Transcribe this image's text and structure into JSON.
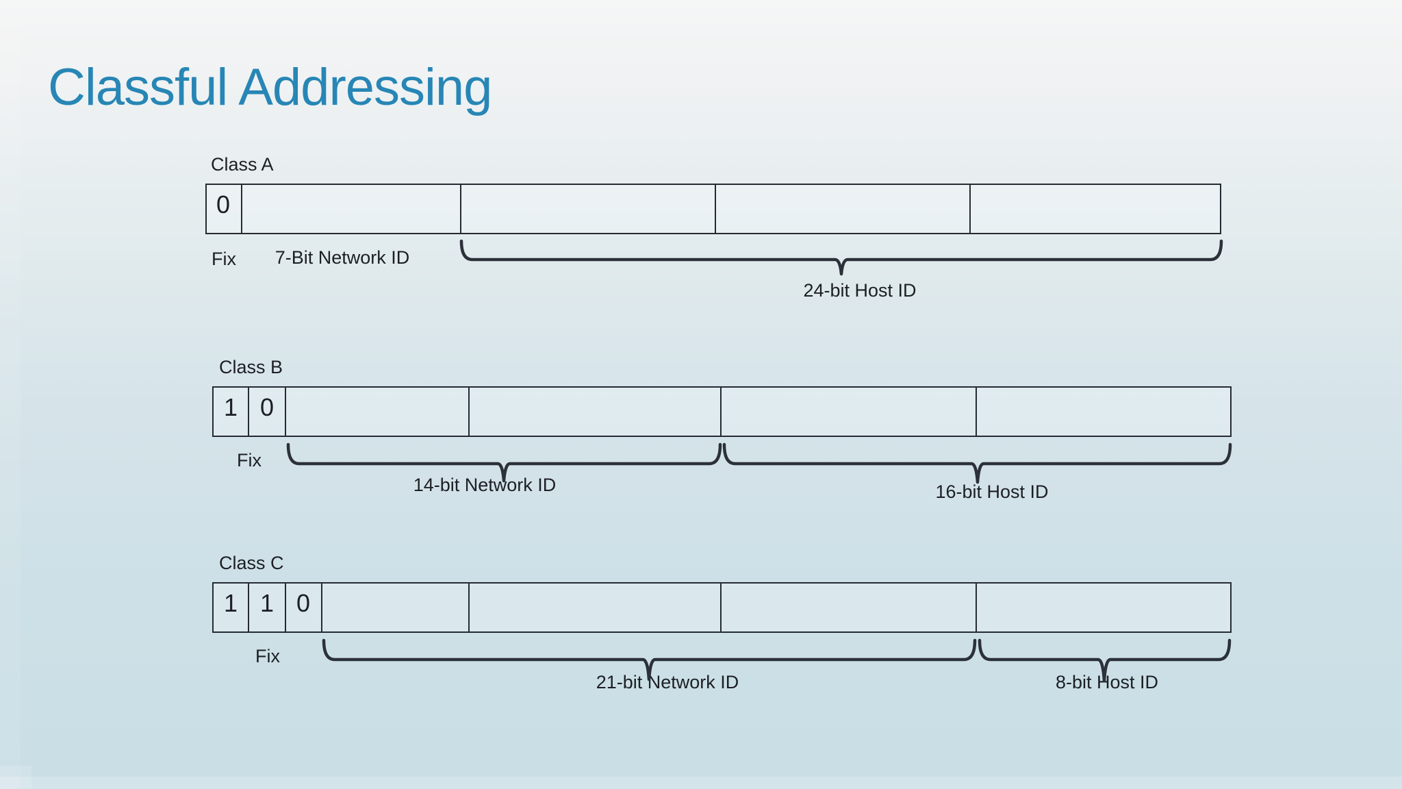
{
  "slide": {
    "title": "Classful Addressing",
    "title_color": "#2786b5",
    "line_color": "#252a32",
    "background_top": "#f5f6f6",
    "background_bottom": "#c9dee5"
  },
  "classes": [
    {
      "name": "Class A",
      "fix_bits": [
        "0"
      ],
      "fix_label": "Fix",
      "network_label": "7-Bit Network ID",
      "host_label": "24-bit Host ID"
    },
    {
      "name": "Class B",
      "fix_bits": [
        "1",
        "0"
      ],
      "fix_label": "Fix",
      "network_label": "14-bit Network ID",
      "host_label": "16-bit Host ID"
    },
    {
      "name": "Class C",
      "fix_bits": [
        "1",
        "1",
        "0"
      ],
      "fix_label": "Fix",
      "network_label": "21-bit Network ID",
      "host_label": "8-bit Host ID"
    }
  ]
}
